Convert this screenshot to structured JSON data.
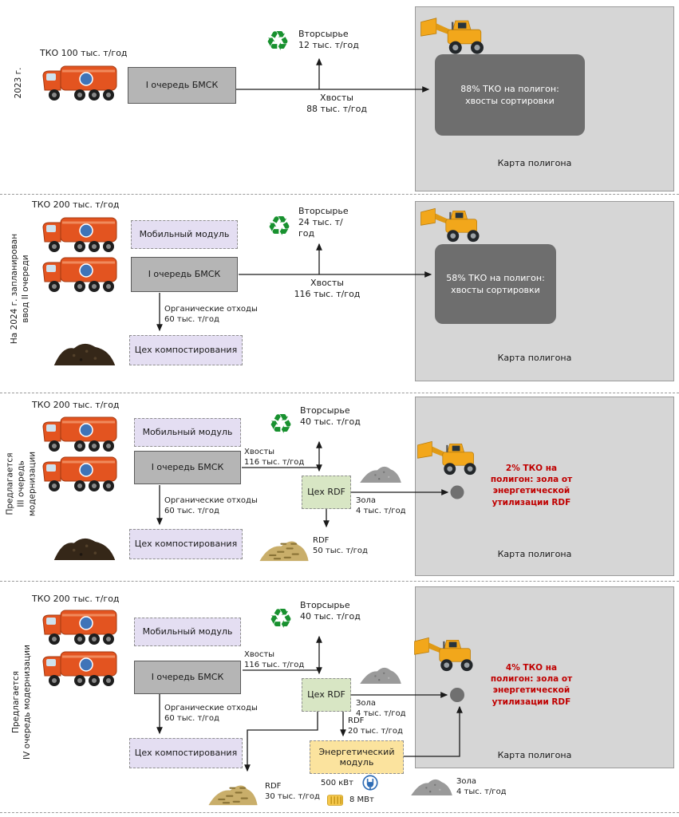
{
  "icons": {
    "recycle": "♻"
  },
  "colors": {
    "process_gray": "#b5b5b5",
    "module_purple": "#e4def2",
    "rdf_green": "#d8e6c4",
    "energy_yellow": "#fbe39e",
    "landfill_panel_gray": "#d6d6d6",
    "note_dark_gray": "#6e6e6e",
    "alert_red": "#c00000",
    "recycle_green": "#18912f",
    "truck_orange": "#e35420",
    "loader_yellow": "#f2a71b"
  },
  "sections": [
    {
      "side_label": "2023 г.",
      "input_label": "ТКО 100 тыс. т/год",
      "bmsk_label": "I очередь БМСК",
      "recyclables_label": "Вторсырье\n12 тыс. т/год",
      "tails_label": "Хвосты\n88 тыс. т/год",
      "landfill_note": "88% ТКО на полигон: хвосты сортировки",
      "map_label": "Карта полигона"
    },
    {
      "side_label": "На 2024 г. запланирован\nввод II очереди",
      "input_label": "ТКО 200 тыс. т/год",
      "mobile_label": "Мобильный модуль",
      "bmsk_label": "I очередь БМСК",
      "recyclables_label": "Вторсырье\n24 тыс. т/\nгод",
      "tails_label": "Хвосты\n116 тыс. т/год",
      "organics_label": "Органические отходы\n60 тыс. т/год",
      "compost_label": "Цех компостирования",
      "landfill_note": "58% ТКО на полигон:\nхвосты сортировки",
      "map_label": "Карта полигона"
    },
    {
      "side_label": "Предлагается\nIII очередь\nмодернизации",
      "input_label": "ТКО 200 тыс. т/год",
      "mobile_label": "Мобильный модуль",
      "bmsk_label": "I очередь БМСК",
      "recyclables_label": "Вторсырье\n40 тыс. т/год",
      "tails_label": "Хвосты\n116 тыс. т/год",
      "rdf_label": "Цех RDF",
      "ash_label": "Зола\n4 тыс. т/год",
      "organics_label": "Органические отходы\n60 тыс. т/год",
      "compost_label": "Цех компостирования",
      "rdf_out_label": "RDF\n50 тыс. т/год",
      "landfill_note_red": "2% ТКО на\nполигон: зола от\nэнергетической\nутилизации RDF",
      "map_label": "Карта полигона"
    },
    {
      "side_label": "Предлагается\nIV очередь модернизации",
      "input_label": "ТКО 200 тыс. т/год",
      "mobile_label": "Мобильный модуль",
      "bmsk_label": "I очередь БМСК",
      "recyclables_label": "Вторсырье\n40 тыс. т/год",
      "tails_label": "Хвосты\n116 тыс. т/год",
      "rdf_label": "Цех RDF",
      "ash_label": "Зола\n4 тыс. т/год",
      "organics_label": "Органические отходы\n60 тыс. т/год",
      "compost_label": "Цех компостирования",
      "rdf_to_energy_label": "RDF\n20 тыс. т/год",
      "energy_label": "Энергетический\nмодуль",
      "rdf_out_label": "RDF\n30 тыс. т/год",
      "power_label": "500 кВт",
      "heat_label": "8 МВт",
      "ash_bottom_label": "Зола\n4 тыс. т/год",
      "landfill_note_red": "4% ТКО на\nполигон: зола от\nэнергетической\nутилизации RDF",
      "map_label": "Карта полигона"
    }
  ]
}
